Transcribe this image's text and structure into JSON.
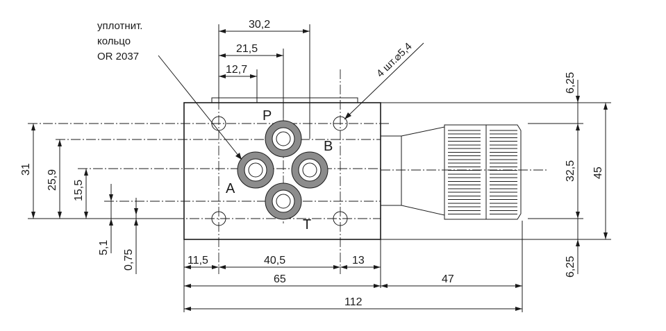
{
  "note": {
    "line1": "уплотнит.",
    "line2": "кольцо",
    "line3": "OR 2037"
  },
  "hole_note": "4 шт.⌀5,4",
  "ports": {
    "P": "P",
    "A": "A",
    "B": "B",
    "T": "T"
  },
  "dims": {
    "top_30_2": "30,2",
    "top_21_5": "21,5",
    "top_12_7": "12,7",
    "left_31": "31",
    "left_25_9": "25,9",
    "left_15_5": "15,5",
    "left_5_1": "5,1",
    "left_0_75": "0,75",
    "bot_11_5": "11,5",
    "bot_40_5": "40,5",
    "bot_13": "13",
    "bot_65": "65",
    "bot_47": "47",
    "bot_112": "112",
    "right_6_25_top": "6,25",
    "right_32_5": "32,5",
    "right_45": "45",
    "right_6_25_bot": "6,25"
  }
}
